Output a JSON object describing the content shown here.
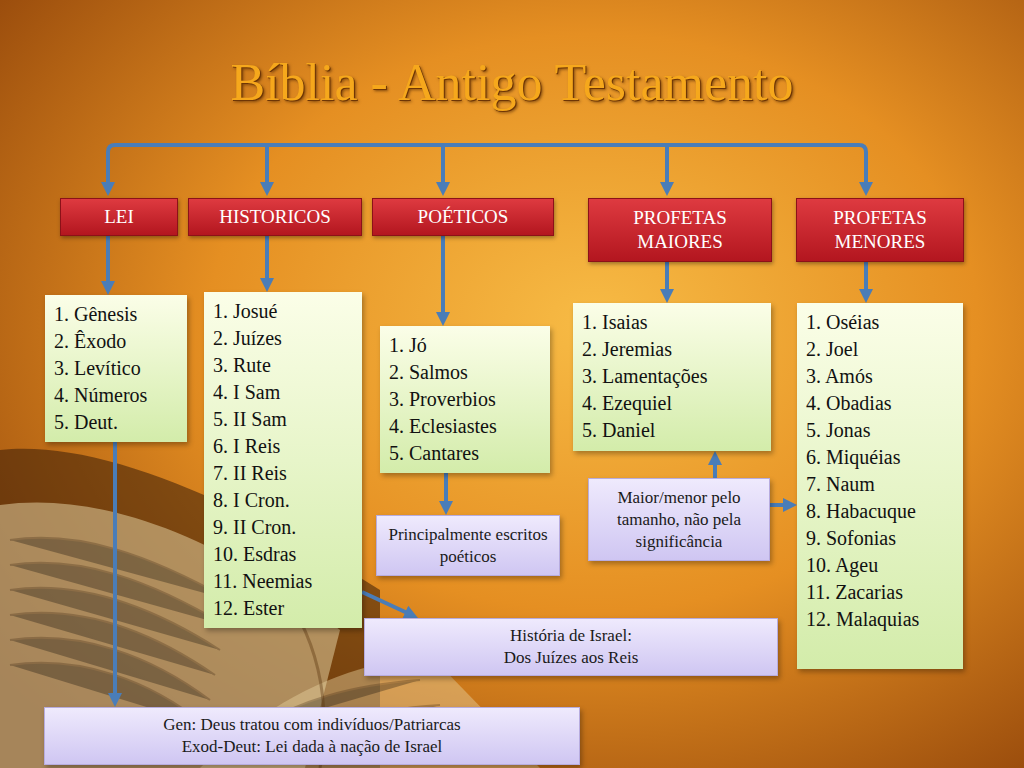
{
  "diagram": {
    "title": "Bíblia - Antigo Testamento",
    "nodes": [
      {
        "text": [
          "LEI"
        ]
      },
      {
        "text": [
          "HISTORICOS"
        ]
      },
      {
        "text": [
          "POÉTICOS"
        ]
      },
      {
        "text": [
          "PROFETAS MAIORES"
        ]
      },
      {
        "text": [
          "PROFETAS MENORES"
        ]
      },
      {
        "text": [
          "1. Gênesis",
          "2. Êxodo",
          "3. Levítico",
          "4. Números",
          "5. Deut."
        ]
      },
      {
        "text": [
          "1. Josué",
          "2. Juízes",
          "3. Rute",
          "4. I Sam",
          "5. II Sam",
          "6. I Reis",
          "7. II Reis",
          "8. I Cron.",
          "9. II Cron.",
          "10. Esdras",
          "11. Neemias",
          "12. Ester"
        ]
      },
      {
        "text": [
          "1. Jó",
          "2. Salmos",
          "3. Proverbios",
          "4. Eclesiastes",
          "5. Cantares"
        ]
      },
      {
        "text": [
          "1. Isaias",
          "2. Jeremias",
          "3. Lamentações",
          "4. Ezequiel",
          "5. Daniel"
        ]
      },
      {
        "text": [
          "1. Oséias",
          "2. Joel",
          "3. Amós",
          "4. Obadias",
          "5. Jonas",
          "6. Miquéias",
          "7. Naum",
          "8. Habacuque",
          "9. Sofonias",
          "10. Ageu",
          "11. Zacarias",
          "12. Malaquias"
        ]
      },
      {
        "text": [
          "Principalmente escritos poéticos"
        ]
      },
      {
        "text": [
          "Maior/menor pelo tamanho, não pela significância"
        ]
      },
      {
        "text": [
          "História de Israel:",
          "Dos Juízes aos Reis"
        ]
      },
      {
        "text": [
          "Gen: Deus tratou com indivíduos/Patriarcas",
          "Exod-Deut: Lei dada à nação de Israel"
        ]
      }
    ],
    "edges": [
      {
        "from": 0,
        "to": 5,
        "arrow": "to"
      },
      {
        "from": 1,
        "to": 6,
        "arrow": "to"
      },
      {
        "from": 2,
        "to": 7,
        "arrow": "to"
      },
      {
        "from": 3,
        "to": 8,
        "arrow": "to"
      },
      {
        "from": 4,
        "to": 9,
        "arrow": "to"
      },
      {
        "from": 7,
        "to": 10,
        "arrow": "to"
      },
      {
        "from": 11,
        "to": 8,
        "arrow": "to"
      },
      {
        "from": 11,
        "to": 9,
        "arrow": "to"
      },
      {
        "from": 6,
        "to": 12,
        "arrow": "to"
      },
      {
        "from": 5,
        "to": 13,
        "arrow": "to"
      }
    ]
  }
}
